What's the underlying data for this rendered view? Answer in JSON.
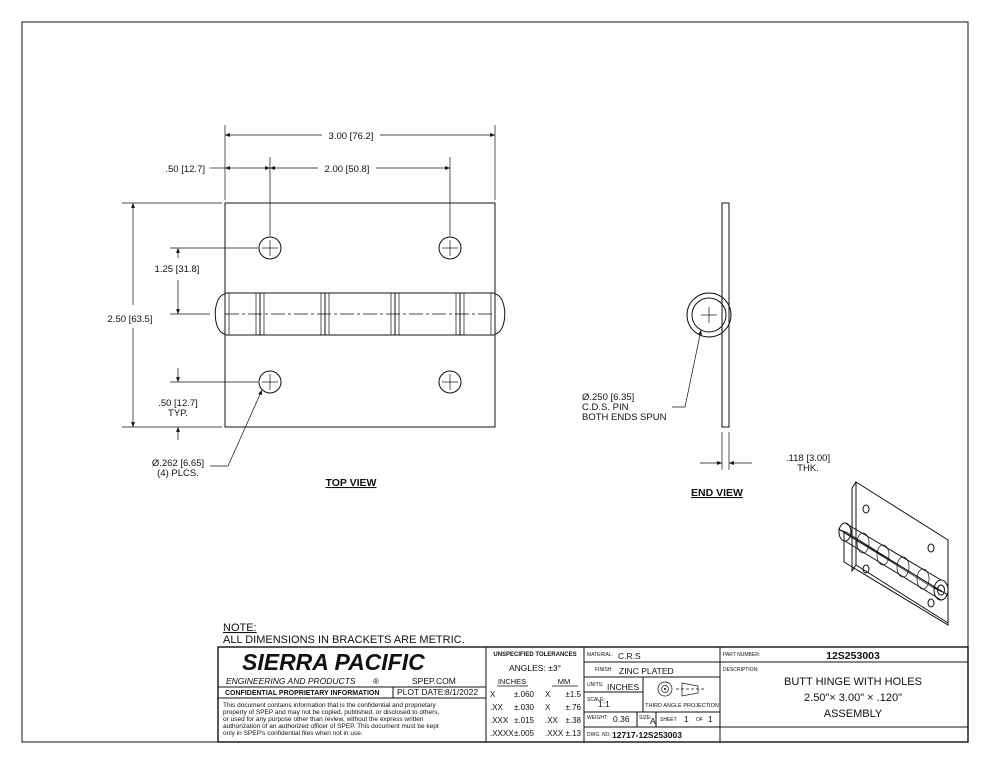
{
  "views": {
    "top_view_label": "TOP VIEW",
    "end_view_label": "END VIEW"
  },
  "dimensions": {
    "overall_width": "3.00 [76.2]",
    "hole_edge_offset": ".50 [12.7]",
    "hole_spacing": "2.00 [50.8]",
    "hole_to_center": "1.25 [31.8]",
    "overall_height": "2.50 [63.5]",
    "hole_bottom_offset": ".50 [12.7]",
    "hole_bottom_offset_note": "TYP.",
    "hole_diameter": "Ø.262 [6.65]",
    "hole_count": "(4) PLCS.",
    "pin_diameter": "Ø.250 [6.35]",
    "pin_material": "C.D.S. PIN",
    "pin_note": "BOTH ENDS SPUN",
    "thickness": ".118 [3.00]",
    "thickness_note": "THK."
  },
  "note": {
    "heading": "NOTE:",
    "text": "ALL DIMENSIONS IN BRACKETS ARE METRIC."
  },
  "title_block": {
    "company": "SIERRA PACIFIC",
    "company_sub": "ENGINEERING AND PRODUCTS",
    "registered": "®",
    "website": "SPEP.COM",
    "confidential_title": "CONFIDENTIAL PROPRIETARY INFORMATION",
    "plot_date_label": "PLOT DATE:",
    "plot_date": "8/1/2022",
    "confidential_text": [
      "This document contains information that is the confidential and proprietary",
      "property of SPEP and may not be copied, published, or disclosed to others,",
      "or used for any purpose  other than review, without the express written",
      "authorization of an authorized officer of SPEP. This document must be kept",
      "only in SPEP's confidential files when not in use."
    ],
    "tolerances_title": "UNSPECIFIED TOLERANCES",
    "angles": "ANGLES: ±3°",
    "inches_header": "INCHES",
    "mm_header": "MM",
    "tol_rows": [
      {
        "in_place": "X",
        "in_tol": "±.060",
        "mm_place": "X",
        "mm_tol": "±1.5"
      },
      {
        "in_place": ".XX",
        "in_tol": "±.030",
        "mm_place": "X",
        "mm_tol": "±.76"
      },
      {
        "in_place": ".XXX",
        "in_tol": "±.015",
        "mm_place": ".XX",
        "mm_tol": "±.38"
      },
      {
        "in_place": ".XXXX",
        "in_tol": "±.005",
        "mm_place": ".XXX",
        "mm_tol": "±.13"
      }
    ],
    "material_label": "MATERIAL:",
    "material": "C.R.S",
    "finish_label": "FINISH:",
    "finish": "ZINC PLATED",
    "units_label": "UNITS:",
    "units": "INCHES",
    "scale_label": "SCALE:",
    "scale": "1:1",
    "projection": "THIRD ANGLE PROJECTION",
    "weight_label": "WEIGHT:",
    "weight": "0.36",
    "size_label": "SIZE:",
    "size": "A",
    "sheet_label": "SHEET",
    "sheet": "1",
    "of_label": "OF",
    "sheet_total": "1",
    "dwg_label": "DWG. NO.",
    "dwg_no": "12717-12S253003",
    "part_number_label": "PART NUMBER:",
    "part_number": "12S253003",
    "description_label": "DESCRIPTION:",
    "description": [
      "BUTT HINGE WITH HOLES",
      "2.50\"× 3.00\" × .120\"",
      "ASSEMBLY"
    ]
  }
}
